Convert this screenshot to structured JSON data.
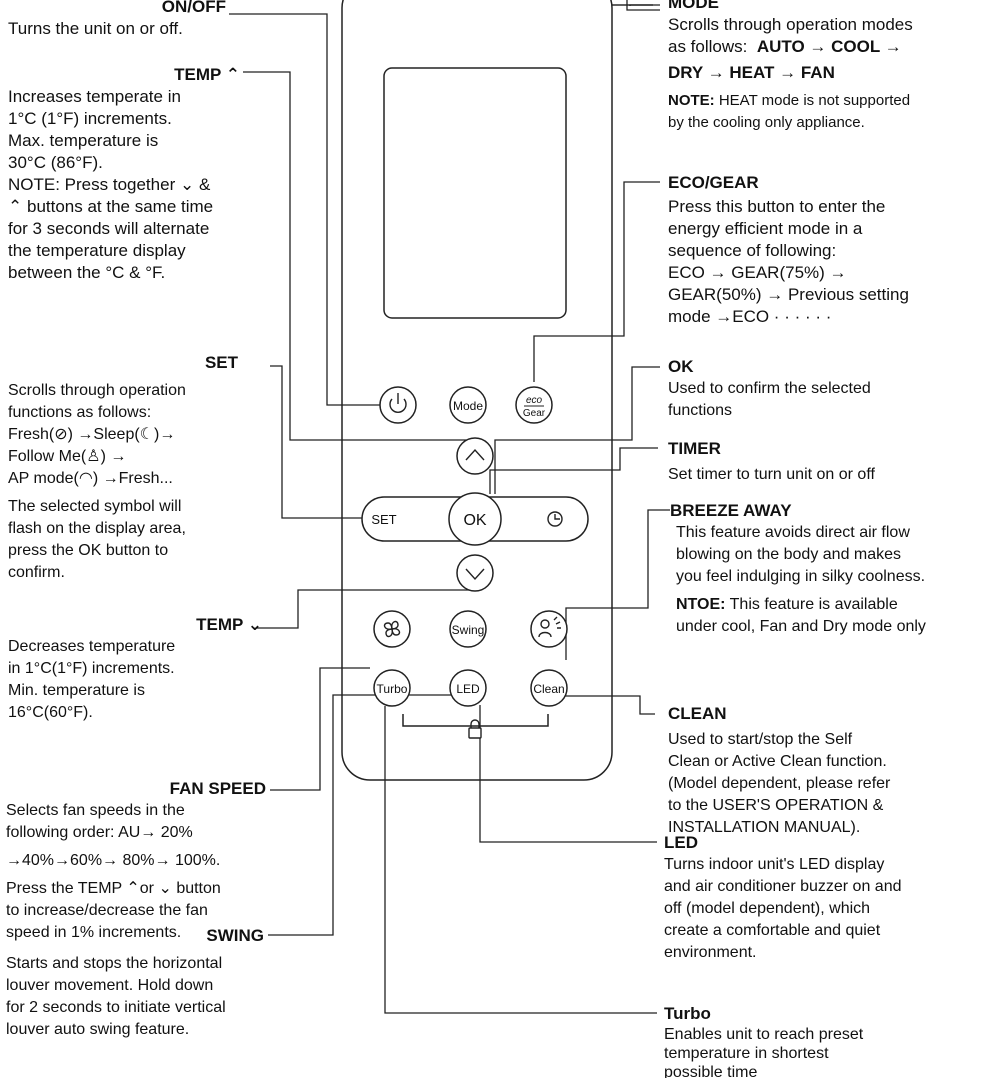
{
  "buttons": {
    "mode": "Mode",
    "set": "SET",
    "ok": "OK",
    "swing": "Swing",
    "turbo": "Turbo",
    "led": "LED",
    "clean": "Clean"
  },
  "left": {
    "onoff": {
      "title": "ON/OFF",
      "desc": "Turns the unit on or off."
    },
    "temp_up": {
      "title": "TEMP",
      "lines": [
        "Increases temperate in",
        "1°C (1°F) increments.",
        "Max. temperature is",
        "30°C (86°F).",
        "NOTE: Press together",
        "buttons at the same time",
        "for 3 seconds will alternate",
        "the temperature display",
        "between the °C &  °F."
      ],
      "and": "&"
    },
    "set": {
      "title": "SET",
      "lines": [
        "Scrolls through operation",
        "functions as follows:"
      ],
      "fresh": "Fresh(",
      "sleep": ") →Sleep(",
      "arrow": ")→",
      "follow": "Follow Me(",
      "follow_end": ") →",
      "ap": "AP mode(",
      "ap_end": ") →Fresh...",
      "lines2": [
        "The selected symbol will",
        "flash on the display area,",
        "press the OK button to",
        "confirm."
      ]
    },
    "temp_down": {
      "title": "TEMP",
      "lines": [
        "Decreases temperature",
        "in 1°C(1°F) increments.",
        "Min. temperature is",
        "16°C(60°F)."
      ]
    },
    "fan": {
      "title": "FAN SPEED",
      "lines": [
        "Selects fan speeds in the",
        "following order: AU→ 20%",
        "→40%→60%→ 80%→ 100%."
      ],
      "press": "Press the TEMP",
      "or": "or",
      "button": "button",
      "lines2": [
        "to increase/decrease the fan",
        "speed in 1% increments."
      ]
    },
    "swing": {
      "title": "SWING",
      "lines": [
        "Starts and stops the horizontal",
        "louver movement. Hold down",
        "for 2 seconds to initiate vertical",
        "louver auto swing feature."
      ]
    }
  },
  "right": {
    "mode": {
      "title": "MODE",
      "lines": [
        "Scrolls through operation modes"
      ],
      "as": "as follows:",
      "seq1": "AUTO → COOL →",
      "seq2": "DRY →  HEAT → FAN",
      "note_label": "NOTE:",
      "note": "HEAT mode is not supported",
      "note2": "by the cooling only appliance."
    },
    "eco": {
      "title": "ECO/GEAR",
      "lines": [
        "Press this button to enter the",
        "energy efficient mode in a",
        "sequence of following:",
        "ECO → GEAR(75%) →",
        "GEAR(50%) → Previous setting",
        "mode →ECO  · · · · · ·"
      ]
    },
    "ok": {
      "title": "OK",
      "lines": [
        "Used to confirm the selected",
        "functions"
      ]
    },
    "timer": {
      "title": "TIMER",
      "desc": "Set timer to turn unit on or off"
    },
    "breeze": {
      "title": "BREEZE AWAY",
      "lines": [
        "This feature avoids direct air flow",
        "blowing on the body and makes",
        "you feel indulging in silky coolness."
      ],
      "note_label": "NTOE:",
      "note": "This feature is available",
      "note2": "under cool, Fan and Dry mode only"
    },
    "clean": {
      "title": "CLEAN",
      "lines": [
        "Used to start/stop the Self",
        "Clean or Active Clean function.",
        "(Model dependent, please refer",
        "to the USER'S OPERATION &",
        "INSTALLATION MANUAL)."
      ]
    },
    "led": {
      "title": "LED",
      "lines": [
        "Turns indoor unit's LED  display",
        "and air conditioner buzzer on and",
        "off (model dependent), which",
        "create a comfortable and quiet",
        "environment."
      ]
    },
    "turbo": {
      "title": "Turbo",
      "lines": [
        "Enables unit to reach preset",
        "temperature in shortest",
        "possible time"
      ]
    }
  }
}
